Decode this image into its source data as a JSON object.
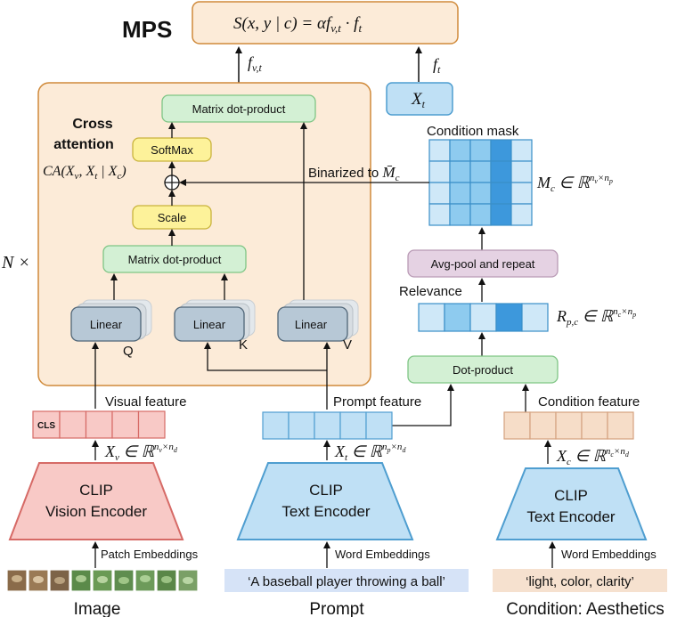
{
  "title": "MPS",
  "formula": {
    "lhs": "S(x, y | c) = αf",
    "sub": "v,t",
    "rhs": " · f",
    "sub2": "t"
  },
  "cross_attention": {
    "title_line1": "Cross",
    "title_line2": "attention",
    "formula": "CA(X",
    "formula_parts": [
      "CA(X",
      "v",
      ", X",
      "t",
      " | X",
      "c",
      ")"
    ],
    "repeat": "N ×",
    "matmul_top": "Matrix dot-product",
    "matmul_bottom": "Matrix dot-product",
    "softmax": "SoftMax",
    "scale": "Scale",
    "oplus": "⊕",
    "linear_label": "Linear",
    "q": "Q",
    "k": "K",
    "v": "V"
  },
  "labels": {
    "f_vt": "f",
    "f_vt_sub": "v,t",
    "f_t": "f",
    "f_t_sub": "t",
    "xt_box": "X",
    "xt_box_sub": "t",
    "condition_mask": "Condition mask",
    "binarized": "Binarized to ",
    "mbar": "M̄",
    "mbar_sub": "c",
    "mc": "M",
    "mc_sub": "c",
    "mc_set": " ∈ ℝ",
    "mc_exp": "n",
    "mc_exp_sub1": "v",
    "mc_exp_x": "×n",
    "mc_exp_sub2": "p",
    "avgpool": "Avg-pool and repeat",
    "relevance": "Relevance",
    "rpc": "R",
    "rpc_sub": "p,c",
    "rpc_set": " ∈ ℝ",
    "rpc_exp": "n",
    "rpc_exp_sub1": "c",
    "rpc_exp_x": "×n",
    "rpc_exp_sub2": "p",
    "dotproduct": "Dot-product",
    "visual_feature": "Visual feature",
    "prompt_feature": "Prompt feature",
    "condition_feature": "Condition feature",
    "cls": "CLS",
    "xv": "X",
    "xv_sub": "v",
    "xv_set": " ∈ ℝ",
    "xv_exp": "n",
    "xv_exp_sub1": "v",
    "xv_exp_x": "×n",
    "xv_exp_sub2": "d",
    "xt": "X",
    "xt_sub": "t",
    "xt_set": " ∈ ℝ",
    "xt_exp": "n",
    "xt_exp_sub1": "p",
    "xt_exp_x": "×n",
    "xt_exp_sub2": "d",
    "xc": "X",
    "xc_sub": "c",
    "xc_set": " ∈ ℝ",
    "xc_exp": "n",
    "xc_exp_sub1": "c",
    "xc_exp_x": "×n",
    "xc_exp_sub2": "d"
  },
  "encoders": {
    "vision_line1": "CLIP",
    "vision_line2": "Vision Encoder",
    "text_line1": "CLIP",
    "text_line2": "Text Encoder",
    "cond_line1": "CLIP",
    "cond_line2": "Text Encoder"
  },
  "inputs": {
    "patch_embeddings": "Patch Embeddings",
    "word_embeddings_prompt": "Word Embeddings",
    "word_embeddings_cond": "Word Embeddings",
    "prompt_text": "‘A baseball player throwing a ball’",
    "condition_text": "‘light, color, clarity’"
  },
  "captions": {
    "image": "Image",
    "prompt": "Prompt",
    "condition": "Condition: Aesthetics"
  },
  "colors": {
    "orange_bg": "#fcebd8",
    "orange_border": "#d08a3a",
    "green_fill": "#d3f0d4",
    "green_border": "#7fc585",
    "yellow_fill": "#fdf29a",
    "yellow_border": "#c9b33c",
    "linear_fill": "#b7c8d6",
    "linear_border": "#4f6577",
    "blue_fill": "#bfe0f5",
    "blue_border": "#4f9ed0",
    "red_fill": "#f8c9c6",
    "red_border": "#d66a66",
    "tan_fill": "#f6ddc8",
    "tan_border": "#d4a27e",
    "purple_fill": "#e5d2e3",
    "purple_border": "#b99ab5",
    "prompt_bg": "#d6e3f7",
    "cond_bg": "#f6e1cf"
  },
  "mask_highlight_column": 3,
  "relevance_highlight_index": 3
}
